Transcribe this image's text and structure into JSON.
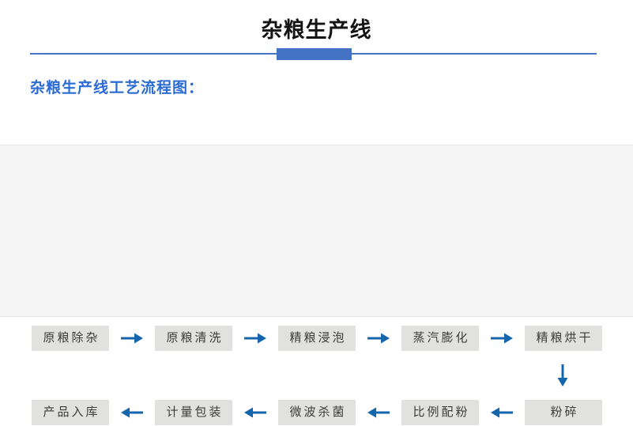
{
  "page": {
    "title": "杂粮生产线",
    "subtitle": "杂粮生产线工艺流程图："
  },
  "colors": {
    "divider_accent": "#4472c4",
    "subtitle_blue": "#2b6bd4",
    "arrow_blue": "#1565ad",
    "panel_bg": "#f5f5f6",
    "box_bg": "#e1e1df",
    "box_text": "#3c3c3c",
    "title_text": "#141414"
  },
  "flow": {
    "direction_note": "row1 flows left-to-right, then down, row2 flows right-to-left",
    "row1": [
      "原粮除杂",
      "原粮清洗",
      "精粮浸泡",
      "蒸汽膨化",
      "精粮烘干"
    ],
    "row2": [
      "产品入库",
      "计量包装",
      "微波杀菌",
      "比例配粉",
      "粉碎"
    ]
  }
}
